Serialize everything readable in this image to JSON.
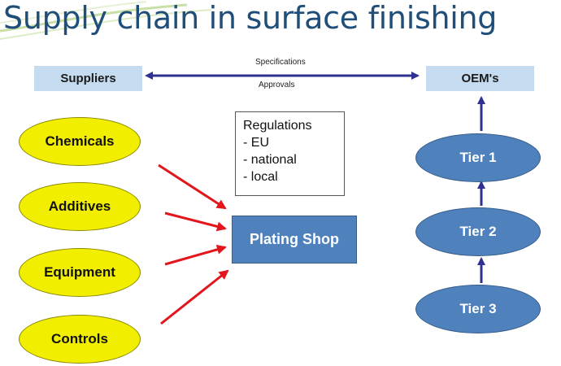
{
  "title": "Supply chain in surface finishing",
  "nodes": {
    "suppliers": "Suppliers",
    "oems": "OEM's",
    "plating_shop": "Plating Shop"
  },
  "link_labels": {
    "specifications": "Specifications",
    "approvals": "Approvals"
  },
  "inputs": [
    "Chemicals",
    "Additives",
    "Equipment",
    "Controls"
  ],
  "tiers": [
    "Tier 1",
    "Tier 2",
    "Tier 3"
  ],
  "regulations": {
    "heading": "Regulations",
    "items": [
      "- EU",
      "- national",
      "- local"
    ]
  },
  "colors": {
    "title": "#1f4e79",
    "top_box": "#c5dcf0",
    "blue_node": "#4f81bd",
    "yellow_node": "#f2ee00",
    "red_arrow": "#e3161d",
    "blue_arrow": "#2e3192"
  }
}
